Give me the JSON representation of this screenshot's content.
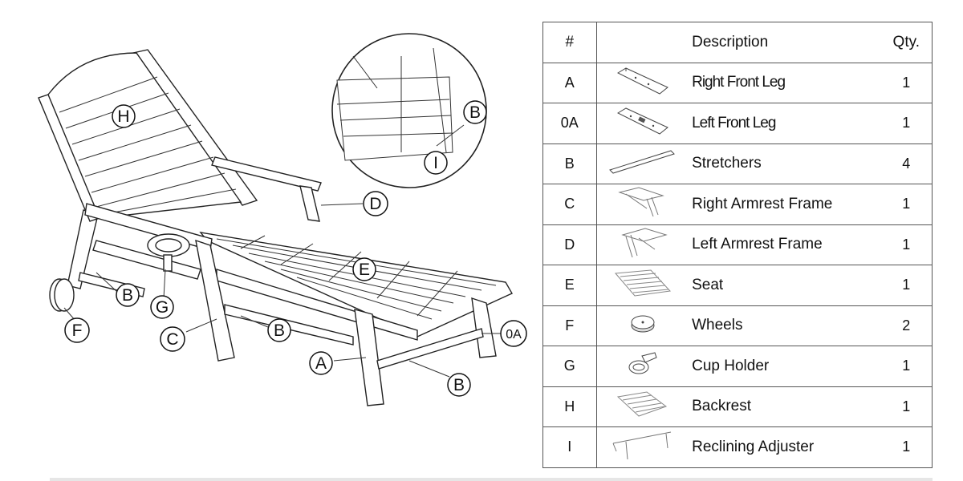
{
  "diagram": {
    "callouts": [
      "H",
      "I",
      "B",
      "D",
      "E",
      "B",
      "G",
      "F",
      "C",
      "B",
      "A",
      "B",
      "0A"
    ]
  },
  "table": {
    "headers": {
      "num": "#",
      "description": "Description",
      "qty": "Qty."
    },
    "rows": [
      {
        "num": "A",
        "description": "Right Front Leg",
        "qty": "1",
        "icon": "leg-icon"
      },
      {
        "num": "0A",
        "description": "Left Front Leg",
        "qty": "1",
        "icon": "leg-icon"
      },
      {
        "num": "B",
        "description": "Stretchers",
        "qty": "4",
        "icon": "stretcher-icon"
      },
      {
        "num": "C",
        "description": "Right Armrest Frame",
        "qty": "1",
        "icon": "armrest-frame-icon"
      },
      {
        "num": "D",
        "description": "Left Armrest Frame",
        "qty": "1",
        "icon": "armrest-frame-icon"
      },
      {
        "num": "E",
        "description": "Seat",
        "qty": "1",
        "icon": "seat-icon"
      },
      {
        "num": "F",
        "description": "Wheels",
        "qty": "2",
        "icon": "wheel-icon"
      },
      {
        "num": "G",
        "description": "Cup Holder",
        "qty": "1",
        "icon": "cup-holder-icon"
      },
      {
        "num": "H",
        "description": "Backrest",
        "qty": "1",
        "icon": "backrest-icon"
      },
      {
        "num": "I",
        "description": "Reclining Adjuster",
        "qty": "1",
        "icon": "adjuster-icon"
      }
    ]
  }
}
